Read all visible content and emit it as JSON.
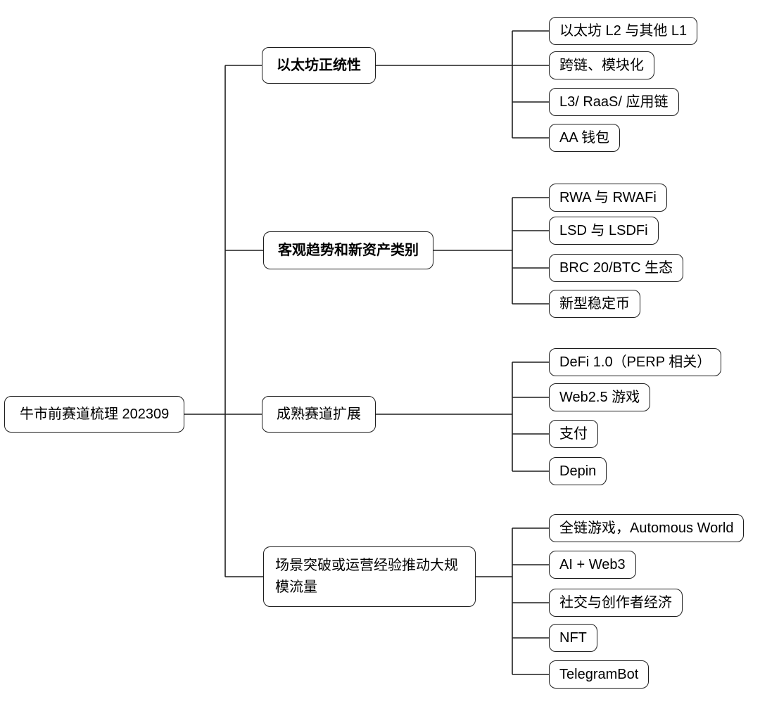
{
  "diagram": {
    "title": "牛市前赛道梳理 202309",
    "colors": {
      "background": "#ffffff",
      "line": "#1f1f1f",
      "text": "#000000",
      "node_fill": "#ffffff"
    },
    "root": {
      "label": "牛市前赛道梳理 202309"
    },
    "branches": [
      {
        "label": "以太坊正统性",
        "children": [
          "以太坊 L2 与其他 L1",
          "跨链、模块化",
          "L3/ RaaS/ 应用链",
          "AA 钱包"
        ]
      },
      {
        "label": "客观趋势和新资产类别",
        "children": [
          "RWA 与 RWAFi",
          "LSD 与 LSDFi",
          "BRC 20/BTC 生态",
          "新型稳定币"
        ]
      },
      {
        "label": "成熟赛道扩展",
        "children": [
          "DeFi 1.0（PERP 相关）",
          "Web2.5 游戏",
          "支付",
          "Depin"
        ]
      },
      {
        "label": "场景突破或运营经验推动大规模流量",
        "children": [
          "全链游戏，Automous World",
          "AI + Web3",
          "社交与创作者经济",
          "NFT",
          "TelegramBot"
        ]
      }
    ]
  }
}
